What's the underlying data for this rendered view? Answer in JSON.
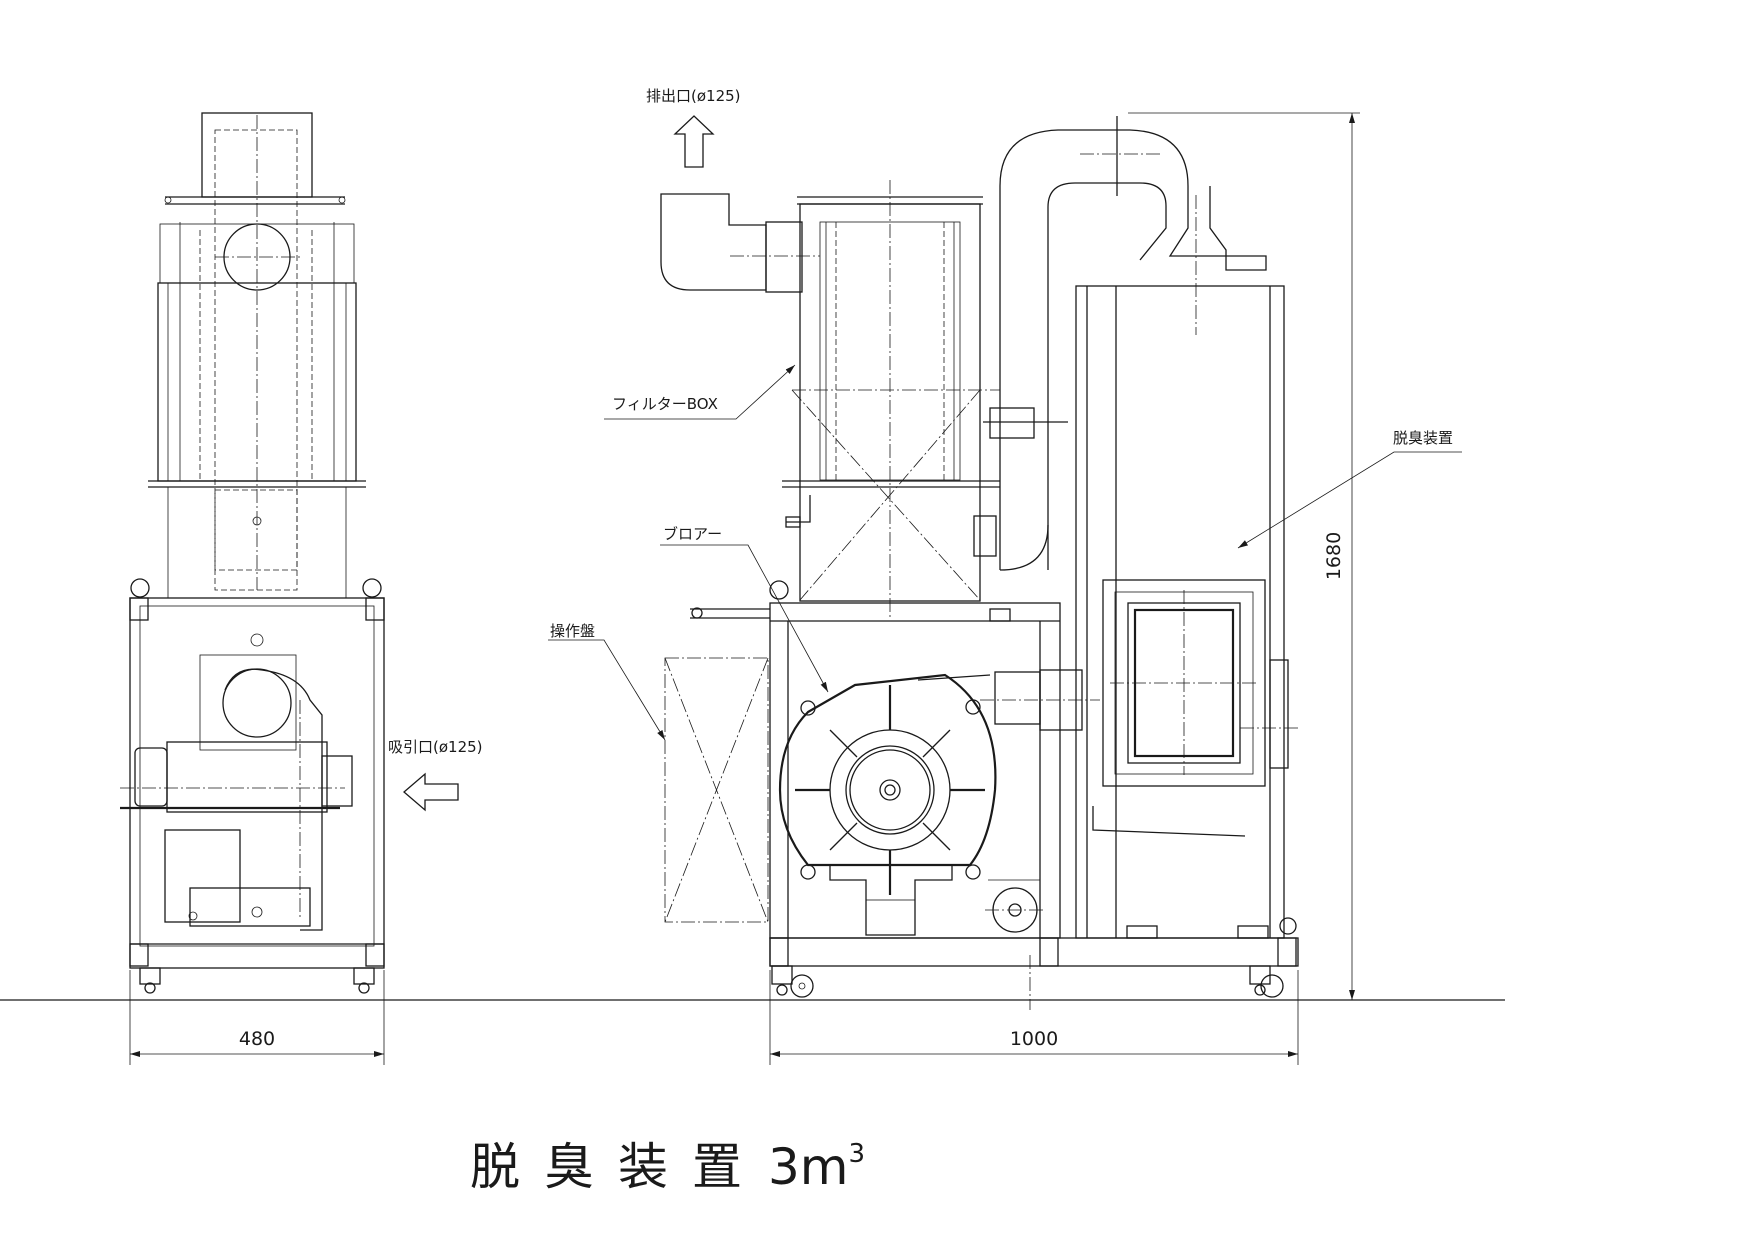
{
  "labels": {
    "exhaust": "排出口(ø125)",
    "intake": "吸引口(ø125)",
    "filter_box": "フィルターBOX",
    "blower": "ブロアー",
    "control_panel": "操作盤",
    "deodorizer": "脱臭装置"
  },
  "dimensions": {
    "width_side": "480",
    "width_front": "1000",
    "height": "1680"
  },
  "title": {
    "text": "脱臭装置",
    "capacity": "3m",
    "capacity_sup": "3"
  }
}
